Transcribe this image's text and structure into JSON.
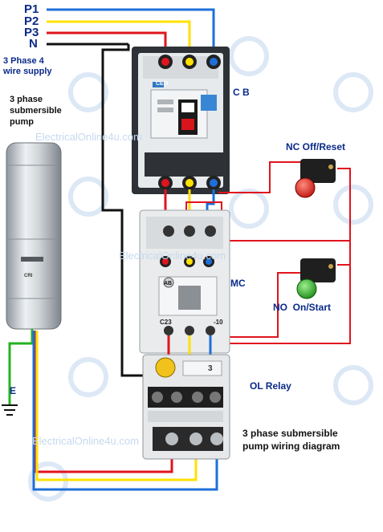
{
  "supply": {
    "lines": [
      "P1",
      "P2",
      "P3",
      "N"
    ],
    "description": "3 Phase 4 wire supply",
    "colors": {
      "P1": "#1e6fd9",
      "P2": "#ffe100",
      "P3": "#e0141e",
      "N": "#111111",
      "earth": "#22b322"
    }
  },
  "pump": {
    "label": "3 phase submersible pump",
    "brand": "CRI"
  },
  "earth": {
    "label": "E"
  },
  "breaker": {
    "label": "C B",
    "brand": "CEO"
  },
  "buttons": {
    "off": {
      "label": "NC Off/Reset",
      "color": "#e41b14"
    },
    "on": {
      "label": "NO  On/Start",
      "color": "#2fae2a"
    }
  },
  "contactor": {
    "label": "MC",
    "brand_mark": "AB",
    "coil_marks": [
      "C23",
      "-10"
    ]
  },
  "overload": {
    "label": "OL Relay",
    "dial": "3"
  },
  "caption": {
    "line1": "3 phase submersible",
    "line2": "pump wiring diagram"
  },
  "watermark": "ElectricalOnline4u.com"
}
